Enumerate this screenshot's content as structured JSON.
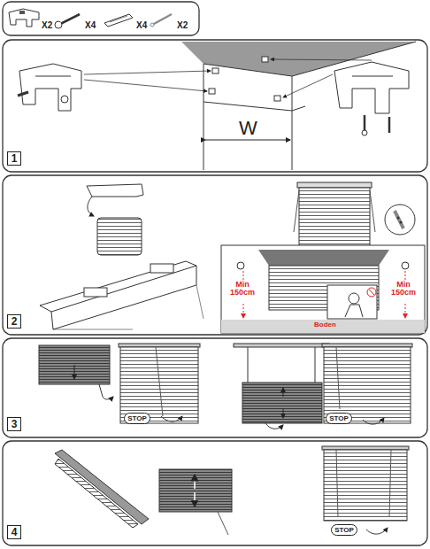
{
  "diagram": {
    "nodes": [
      {
        "text": [
          "1"
        ]
      },
      {
        "text": [
          "2"
        ]
      },
      {
        "text": [
          "3"
        ]
      },
      {
        "text": [
          "STOP"
        ]
      },
      {
        "text": [
          "STOP"
        ]
      },
      {
        "text": [
          "4"
        ]
      },
      {
        "text": [
          "STOP"
        ]
      }
    ],
    "labels": [
      "X2",
      "X4",
      "X4",
      "X2",
      "W",
      "Min 150cm",
      "Min 150cm",
      "Boden"
    ]
  }
}
